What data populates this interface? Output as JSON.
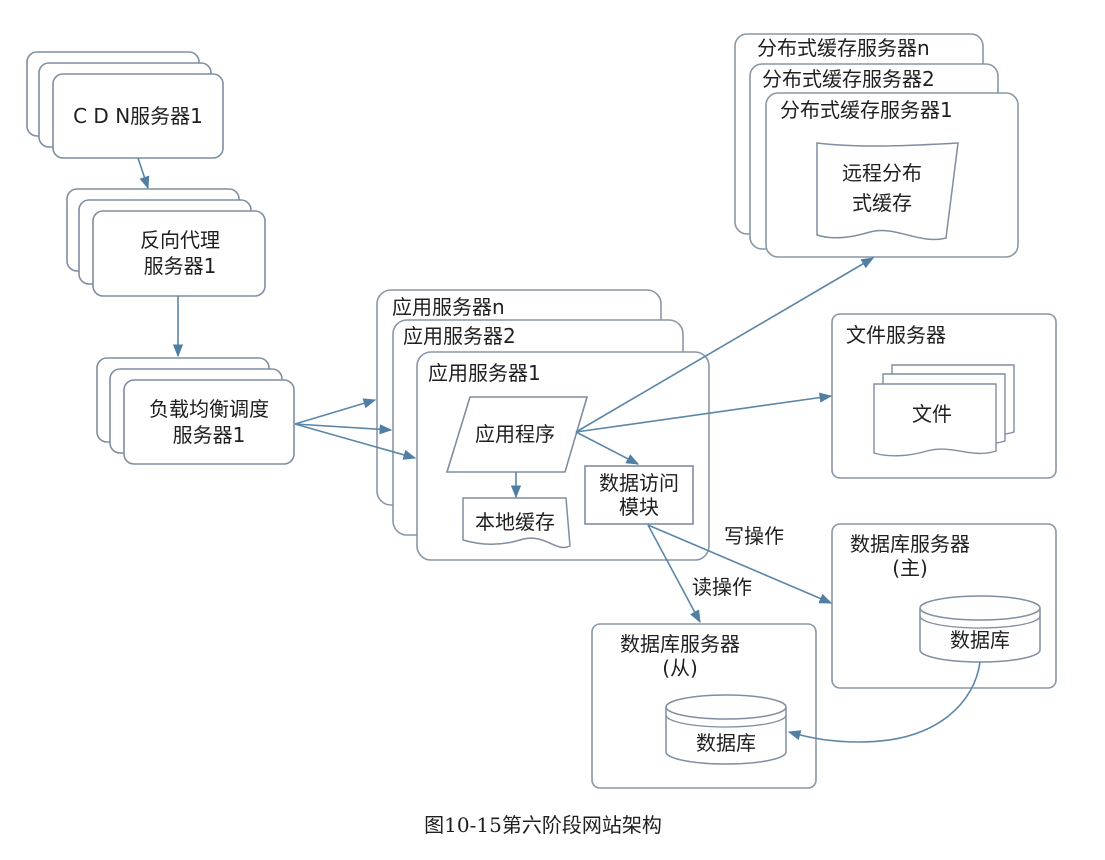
{
  "cdn": {
    "label": "C D N服务器1"
  },
  "proxy": {
    "line1": "反向代理",
    "line2": "服务器1"
  },
  "lb": {
    "line1": "负载均衡调度",
    "line2": "服务器1"
  },
  "app": {
    "server_n": "应用服务器n",
    "server_2": "应用服务器2",
    "server_1": "应用服务器1",
    "program": "应用程序",
    "local_cache": "本地缓存",
    "dao_line1": "数据访问",
    "dao_line2": "模块"
  },
  "cache": {
    "server_n": "分布式缓存服务器n",
    "server_2": "分布式缓存服务器2",
    "server_1": "分布式缓存服务器1",
    "doc_line1": "远程分布",
    "doc_line2": "式缓存"
  },
  "file": {
    "server": "文件服务器",
    "doc": "文件"
  },
  "db_master": {
    "line1": "数据库服务器",
    "line2": "(主)",
    "db": "数据库"
  },
  "db_slave": {
    "line1": "数据库服务器",
    "line2": "(从)",
    "db": "数据库"
  },
  "labels": {
    "write": "写操作",
    "read": "读操作"
  },
  "caption": "图10-15第六阶段网站架构"
}
